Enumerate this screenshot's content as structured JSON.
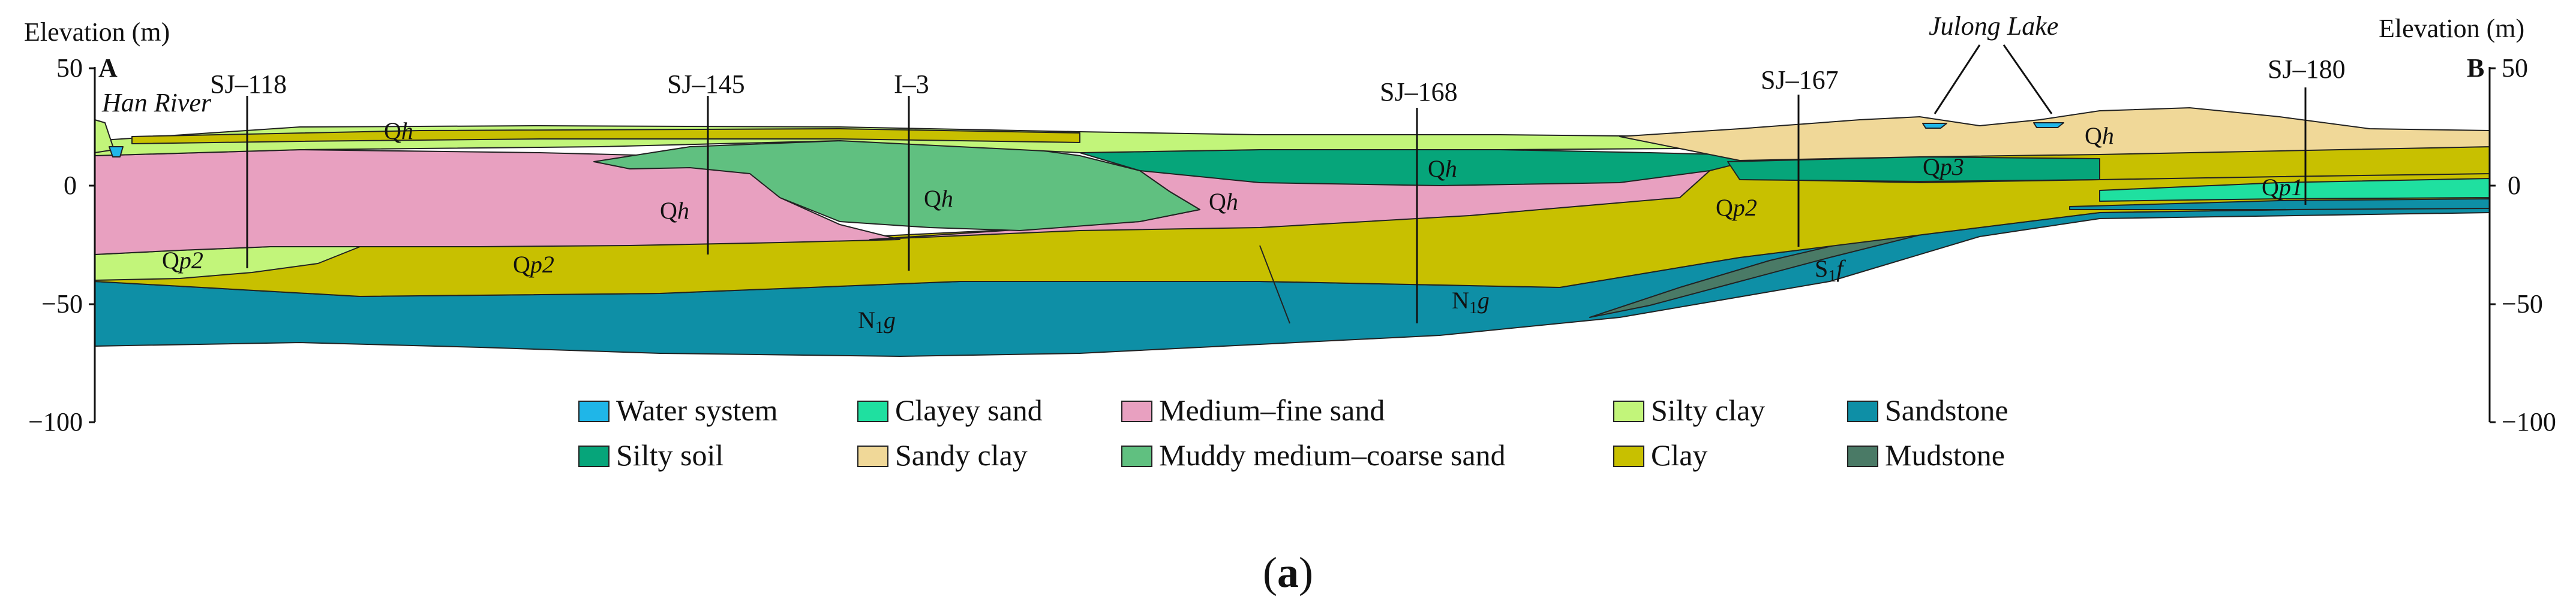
{
  "axes": {
    "left_title": "Elevation (m)",
    "right_title": "Elevation (m)",
    "left_ticks": [
      "50",
      "0",
      "−50",
      "−100"
    ],
    "right_ticks": [
      "50",
      "0",
      "−50",
      "−100"
    ],
    "end_a": "A",
    "end_b": "B"
  },
  "place_labels": {
    "han_river": "Han River",
    "julong_lake": "Julong Lake"
  },
  "boreholes": [
    "SJ–118",
    "SJ–145",
    "I–3",
    "SJ–168",
    "SJ–167",
    "SJ–180"
  ],
  "unit_labels": {
    "qh": "Q",
    "qh_sub": "h",
    "qp2": "Q",
    "qp2_sub": "p2",
    "qp3": "Q",
    "qp3_sub": "p3",
    "qp1": "Q",
    "qp1_sub": "p1",
    "n1g": "N",
    "n1g_sub1": "1",
    "n1g_sub2": "g",
    "s1f": "S",
    "s1f_sub1": "1",
    "s1f_sub2": "f"
  },
  "legend": [
    {
      "label": "Water system",
      "color": "#1fb6e8"
    },
    {
      "label": "Clayey sand",
      "color": "#1fe0a0"
    },
    {
      "label": "Medium–fine sand",
      "color": "#e8a0c0"
    },
    {
      "label": "Silty clay",
      "color": "#c2f57a"
    },
    {
      "label": "Sandstone",
      "color": "#0e8fa6"
    },
    {
      "label": "Silty soil",
      "color": "#06a57a"
    },
    {
      "label": "Sandy clay",
      "color": "#f0d898"
    },
    {
      "label": "Muddy medium–coarse sand",
      "color": "#60c080"
    },
    {
      "label": "Clay",
      "color": "#c8c000"
    },
    {
      "label": "Mudstone",
      "color": "#4a7a66"
    }
  ],
  "caption": {
    "open": "(",
    "letter": "a",
    "close": ")"
  }
}
